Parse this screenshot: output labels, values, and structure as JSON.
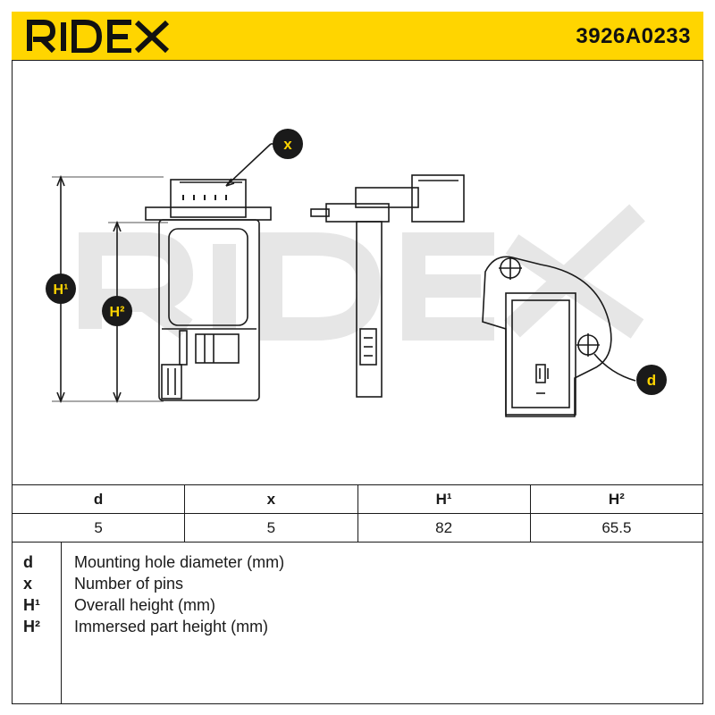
{
  "brand": {
    "logo_text": "RIDEX",
    "part_number": "3926A0233",
    "accent_color": "#ffd500",
    "watermark_text": "RIDEX"
  },
  "diagram": {
    "labels": {
      "x": "x",
      "d": "d",
      "h1": "H¹",
      "h2": "H²"
    }
  },
  "table": {
    "headers": [
      "d",
      "x",
      "H¹",
      "H²"
    ],
    "values": [
      "5",
      "5",
      "82",
      "65.5"
    ]
  },
  "legend": [
    {
      "symbol": "d",
      "description": "Mounting hole diameter (mm)"
    },
    {
      "symbol": "x",
      "description": "Number of pins"
    },
    {
      "symbol": "H¹",
      "description": "Overall height (mm)"
    },
    {
      "symbol": "H²",
      "description": "Immersed part height (mm)"
    }
  ]
}
